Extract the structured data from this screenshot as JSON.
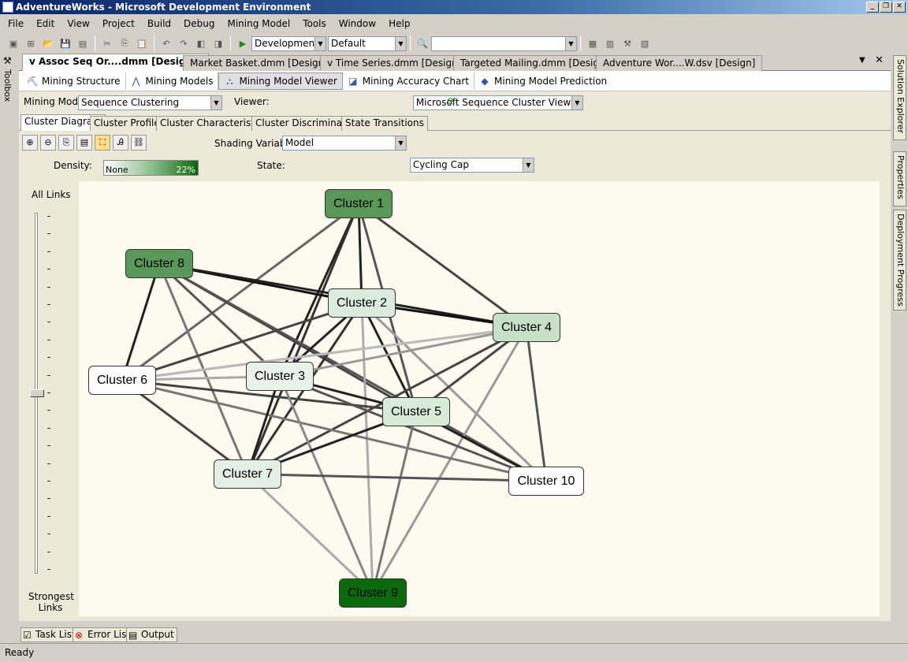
{
  "window": {
    "title": "AdventureWorks - Microsoft Development Environment"
  },
  "menu": [
    "File",
    "Edit",
    "View",
    "Project",
    "Build",
    "Debug",
    "Mining Model",
    "Tools",
    "Window",
    "Help"
  ],
  "toolbar": {
    "configuration": "Development",
    "platform": "Default",
    "find_value": ""
  },
  "left_panel": {
    "toolbox_label": "Toolbox"
  },
  "right_panel": {
    "solution_explorer": "Solution Explorer",
    "properties": "Properties",
    "deployment_progress": "Deployment Progress"
  },
  "doc_tabs": [
    "v Assoc Seq Or....dmm [Design]*",
    "Market Basket.dmm [Design]",
    "v Time Series.dmm [Design]",
    "Targeted Mailing.dmm [Design]",
    "Adventure Wor....W.dsv [Design]"
  ],
  "designer_tabs": [
    "Mining Structure",
    "Mining Models",
    "Mining Model Viewer",
    "Mining Accuracy Chart",
    "Mining Model Prediction"
  ],
  "model_bar": {
    "mining_model_label": "Mining Model:",
    "mining_model_value": "Sequence Clustering",
    "viewer_label": "Viewer:",
    "viewer_value": "Microsoft Sequence Cluster Viewer"
  },
  "viewer_tabs": [
    "Cluster Diagram",
    "Cluster Profiles",
    "Cluster Characteristics",
    "Cluster Discrimination",
    "State Transitions"
  ],
  "controls": {
    "shading_variable_label": "Shading Variable:",
    "shading_variable_value": "Model",
    "density_label": "Density:",
    "density_min": "None",
    "density_max": "22%",
    "state_label": "State:",
    "state_value": "Cycling Cap"
  },
  "slider": {
    "top_label": "All Links",
    "bottom_label": "Strongest Links",
    "level": 0.5
  },
  "clusters": [
    {
      "id": 1,
      "label": "Cluster 1",
      "color": "#5a985a"
    },
    {
      "id": 2,
      "label": "Cluster 2",
      "color": "#dcecdc"
    },
    {
      "id": 3,
      "label": "Cluster 3",
      "color": "#e8f2e8"
    },
    {
      "id": 4,
      "label": "Cluster 4",
      "color": "#c8e0c8"
    },
    {
      "id": 5,
      "label": "Cluster 5",
      "color": "#d8ead8"
    },
    {
      "id": 6,
      "label": "Cluster 6",
      "color": "#ffffff"
    },
    {
      "id": 7,
      "label": "Cluster 7",
      "color": "#e4efe4"
    },
    {
      "id": 8,
      "label": "Cluster 8",
      "color": "#5a985a"
    },
    {
      "id": 9,
      "label": "Cluster 9",
      "color": "#0b6a0b"
    },
    {
      "id": 10,
      "label": "Cluster 10",
      "color": "#ffffff"
    }
  ],
  "links": [
    [
      1,
      2,
      "#222"
    ],
    [
      1,
      3,
      "#222"
    ],
    [
      1,
      4,
      "#444"
    ],
    [
      1,
      5,
      "#555"
    ],
    [
      1,
      6,
      "#666"
    ],
    [
      1,
      7,
      "#333"
    ],
    [
      8,
      2,
      "#111"
    ],
    [
      8,
      4,
      "#222"
    ],
    [
      8,
      6,
      "#222"
    ],
    [
      8,
      3,
      "#555"
    ],
    [
      8,
      5,
      "#444"
    ],
    [
      8,
      7,
      "#777"
    ],
    [
      8,
      10,
      "#555"
    ],
    [
      2,
      4,
      "#111"
    ],
    [
      2,
      6,
      "#444"
    ],
    [
      2,
      3,
      "#222"
    ],
    [
      2,
      5,
      "#222"
    ],
    [
      2,
      7,
      "#333"
    ],
    [
      2,
      9,
      "#aaa"
    ],
    [
      2,
      10,
      "#999"
    ],
    [
      4,
      6,
      "#aaa"
    ],
    [
      4,
      3,
      "#999"
    ],
    [
      4,
      5,
      "#444"
    ],
    [
      4,
      7,
      "#444"
    ],
    [
      4,
      10,
      "#555"
    ],
    [
      4,
      9,
      "#999"
    ],
    [
      6,
      3,
      "#aaa"
    ],
    [
      6,
      5,
      "#444"
    ],
    [
      6,
      7,
      "#444"
    ],
    [
      6,
      10,
      "#777"
    ],
    [
      6,
      4,
      "#bbb"
    ],
    [
      3,
      5,
      "#222"
    ],
    [
      3,
      7,
      "#222"
    ],
    [
      3,
      9,
      "#888"
    ],
    [
      3,
      10,
      "#555"
    ],
    [
      5,
      7,
      "#222"
    ],
    [
      5,
      10,
      "#222"
    ],
    [
      5,
      9,
      "#777"
    ],
    [
      7,
      10,
      "#555"
    ],
    [
      7,
      9,
      "#aaa"
    ]
  ],
  "bottom_tabs": [
    "Task List",
    "Error List",
    "Output"
  ],
  "status": "Ready"
}
